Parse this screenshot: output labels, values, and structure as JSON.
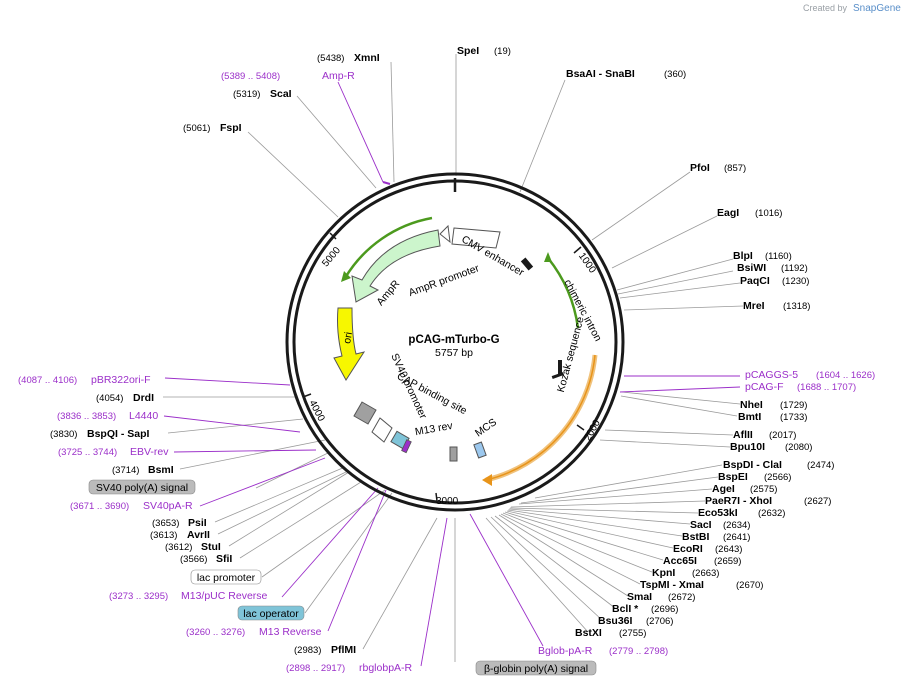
{
  "credit": {
    "prefix": "Created by",
    "brand": "SnapGene"
  },
  "plasmid": {
    "name": "pCAG-mTurbo-G",
    "length": "5757 bp",
    "length_bp": 5757
  },
  "ticks": [
    "1000",
    "2000",
    "3000",
    "4000",
    "5000"
  ],
  "features": [
    {
      "name": "CMV enhancer",
      "type": "promoter"
    },
    {
      "name": "chimeric intron",
      "type": "intron"
    },
    {
      "name": "Kozak sequence",
      "type": "misc"
    },
    {
      "name": "MCS",
      "type": "misc"
    },
    {
      "name": "M13 rev",
      "type": "primer_bind"
    },
    {
      "name": "CAP binding site",
      "type": "protein_bind"
    },
    {
      "name": "SV40 promoter",
      "type": "promoter"
    },
    {
      "name": "ori",
      "type": "rep_origin"
    },
    {
      "name": "AmpR",
      "type": "cds"
    },
    {
      "name": "AmpR promoter",
      "type": "promoter"
    }
  ],
  "sites": [
    {
      "name": "SpeI",
      "pos": "(19)"
    },
    {
      "name": "BsaAI - SnaBI",
      "pos": "(360)"
    },
    {
      "name": "PfoI",
      "pos": "(857)"
    },
    {
      "name": "EagI",
      "pos": "(1016)"
    },
    {
      "name": "BlpI",
      "pos": "(1160)"
    },
    {
      "name": "BsiWI",
      "pos": "(1192)"
    },
    {
      "name": "PaqCI",
      "pos": "(1230)"
    },
    {
      "name": "MreI",
      "pos": "(1318)"
    },
    {
      "name": "NheI",
      "pos": "(1729)"
    },
    {
      "name": "BmtI",
      "pos": "(1733)"
    },
    {
      "name": "AflII",
      "pos": "(2017)"
    },
    {
      "name": "Bpu10I",
      "pos": "(2080)"
    },
    {
      "name": "BspDI - ClaI",
      "pos": "(2474)"
    },
    {
      "name": "BspEI",
      "pos": "(2566)"
    },
    {
      "name": "AgeI",
      "pos": "(2575)"
    },
    {
      "name": "PaeR7I - XhoI",
      "pos": "(2627)"
    },
    {
      "name": "Eco53kI",
      "pos": "(2632)"
    },
    {
      "name": "SacI",
      "pos": "(2634)"
    },
    {
      "name": "BstBI",
      "pos": "(2641)"
    },
    {
      "name": "EcoRI",
      "pos": "(2643)"
    },
    {
      "name": "Acc65I",
      "pos": "(2659)"
    },
    {
      "name": "KpnI",
      "pos": "(2663)"
    },
    {
      "name": "TspMI - XmaI",
      "pos": "(2670)"
    },
    {
      "name": "SmaI",
      "pos": "(2672)"
    },
    {
      "name": "BclI *",
      "pos": "(2696)"
    },
    {
      "name": "Bsu36I",
      "pos": "(2706)"
    },
    {
      "name": "BstXI",
      "pos": "(2755)"
    },
    {
      "name": "PflMI",
      "pos": "(2983)"
    },
    {
      "name": "BsmI",
      "pos": "(3714)"
    },
    {
      "name": "PsiI",
      "pos": "(3653)"
    },
    {
      "name": "AvrII",
      "pos": "(3613)"
    },
    {
      "name": "StuI",
      "pos": "(3612)"
    },
    {
      "name": "SfiI",
      "pos": "(3566)"
    },
    {
      "name": "BspQI - SapI",
      "pos": "(3830)"
    },
    {
      "name": "DrdI",
      "pos": "(4054)"
    },
    {
      "name": "FspI",
      "pos": "(5061)"
    },
    {
      "name": "ScaI",
      "pos": "(5319)"
    },
    {
      "name": "XmnI",
      "pos": "(5438)"
    }
  ],
  "primers": [
    {
      "name": "Amp-R",
      "range": "(5389 .. 5408)"
    },
    {
      "name": "pCAGGS-5",
      "range": "(1604 .. 1626)"
    },
    {
      "name": "pCAG-F",
      "range": "(1688 .. 1707)"
    },
    {
      "name": "pBR322ori-F",
      "range": "(4087 .. 4106)"
    },
    {
      "name": "L4440",
      "range": "(3836 .. 3853)"
    },
    {
      "name": "EBV-rev",
      "range": "(3725 .. 3744)"
    },
    {
      "name": "SV40pA-R",
      "range": "(3671 .. 3690)"
    },
    {
      "name": "M13/pUC Reverse",
      "range": "(3273 .. 3295)"
    },
    {
      "name": "M13 Reverse",
      "range": "(3260 .. 3276)"
    },
    {
      "name": "rbglobpA-R",
      "range": "(2898 .. 2917)"
    },
    {
      "name": "Bglob-pA-R",
      "range": "(2779 .. 2798)"
    }
  ],
  "boxed_features": [
    {
      "name": "SV40 poly(A) signal"
    },
    {
      "name": "lac promoter"
    },
    {
      "name": "lac operator"
    },
    {
      "name": "β-globin poly(A) signal"
    }
  ],
  "colors": {
    "backbone": "#1a1a1a",
    "enzyme_line": "#9a9a9a",
    "primer": "#9b2fc9",
    "promoter_fill": "#ffffff",
    "ampr_fill": "#ccf5cc",
    "ori_fill": "#f7f700",
    "intron_arrow": "#4c9a1e",
    "gene_arrow": "#f0a020",
    "misc_gray": "#a0a0a0",
    "mcs_blue": "#9cc8ee",
    "lac_operator_bg": "#7fc4d8",
    "box_gray": "#bbbbbb"
  }
}
